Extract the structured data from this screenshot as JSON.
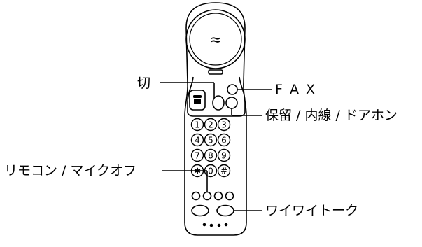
{
  "labels": {
    "off": "切",
    "fax": "F A X",
    "hold": "保留 / 内線 / ドアホン",
    "remote": "リモコン / マイクオフ",
    "waiwai": "ワイワイトーク"
  },
  "keypad": [
    "1",
    "2",
    "3",
    "4",
    "5",
    "6",
    "7",
    "8",
    "9",
    "✱",
    "0",
    "#"
  ],
  "speaker_symbol": "≈",
  "colors": {
    "line": "#000000",
    "background": "#ffffff"
  }
}
